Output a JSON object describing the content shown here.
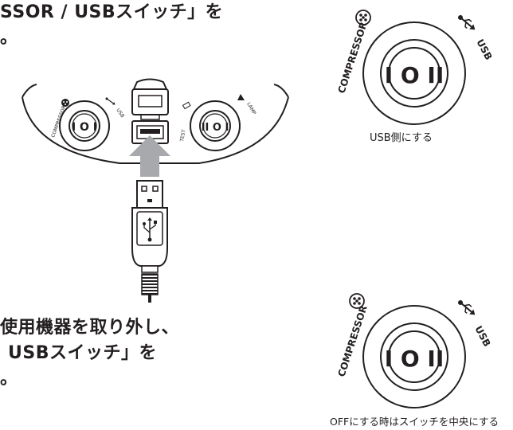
{
  "instructions": {
    "top_line1": "SSOR / USBスイッチ」を",
    "top_line2": "。",
    "bottom_line1": "使用機器を取り外し、",
    "bottom_line2": "USBスイッチ」を",
    "bottom_line3": "。"
  },
  "panel": {
    "compressor_label": "COMPRESSOR",
    "usb_label": "USB",
    "test_label": "TEST",
    "lamp_label": "LAMP",
    "switch_left_symbol": "I O I",
    "switch_right_symbol": "II O I"
  },
  "switch_usb": {
    "compressor_label": "COMPRESSOR",
    "usb_label": "USB",
    "symbol": "I O II",
    "caption": "USB側にする"
  },
  "switch_off": {
    "compressor_label": "COMPRESSOR",
    "usb_label": "USB",
    "symbol": "I O II",
    "caption": "OFFにする時はスイッチを中央にする"
  },
  "colors": {
    "ink": "#231f20",
    "arrow": "#a7a9ac",
    "paper": "#ffffff"
  }
}
